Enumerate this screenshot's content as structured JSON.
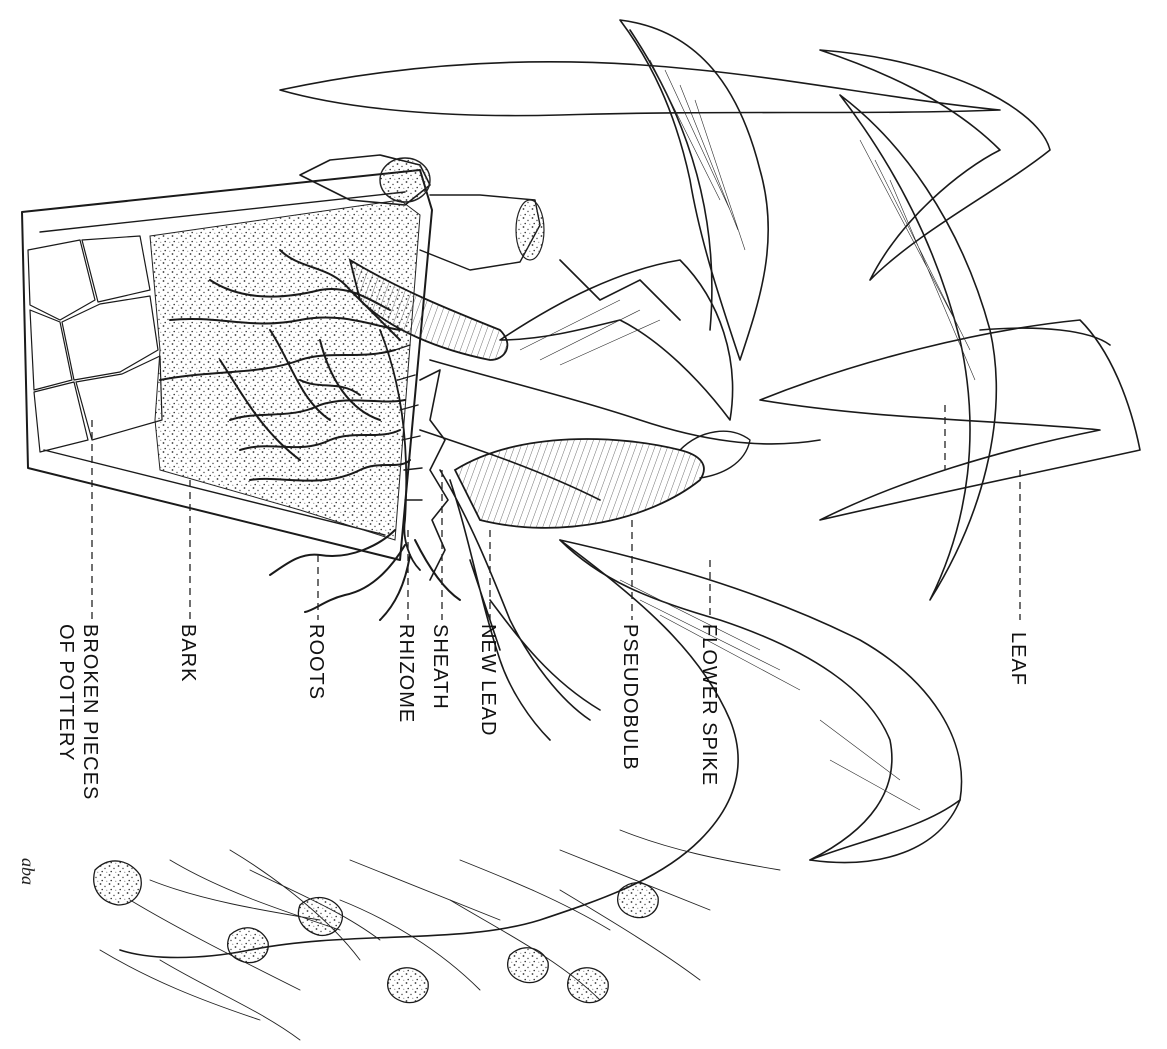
{
  "labels": {
    "leaf": "LEAF",
    "flower_spike": "FLOWER SPIKE",
    "pseudobulb": "PSEUDOBULB",
    "new_lead": "NEW LEAD",
    "sheath": "SHEATH",
    "rhizome": "RHIZOME",
    "roots": "ROOTS",
    "bark": "BARK",
    "pottery_line1": "BROKEN PIECES",
    "pottery_line2": "OF POTTERY"
  },
  "signature": "aba"
}
